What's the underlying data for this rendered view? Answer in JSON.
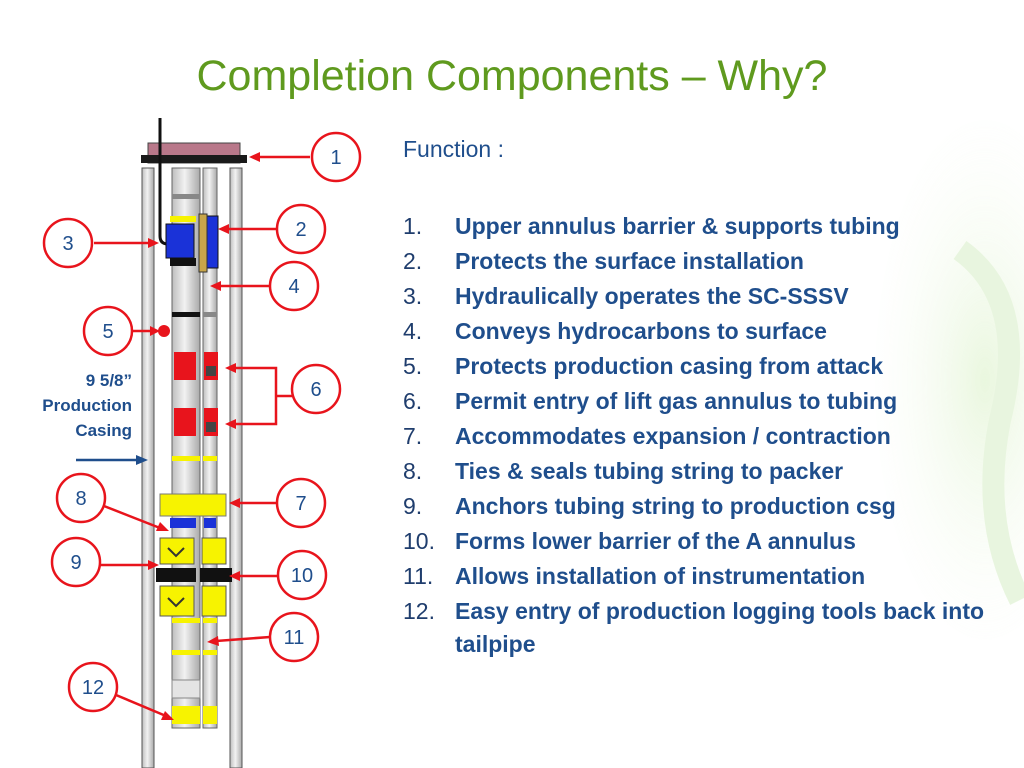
{
  "slide": {
    "title": "Completion Components – Why?",
    "function_label": "Function :",
    "functions": [
      {
        "num": "1.",
        "text": "Upper annulus barrier & supports tubing"
      },
      {
        "num": "2.",
        "text": "Protects the surface installation"
      },
      {
        "num": "3.",
        "text": "Hydraulically operates the SC-SSSV"
      },
      {
        "num": "4.",
        "text": "Conveys hydrocarbons to surface"
      },
      {
        "num": "5.",
        "text": "Protects production casing from attack"
      },
      {
        "num": "6.",
        "text": "Permit entry of lift gas annulus to tubing"
      },
      {
        "num": "7.",
        "text": "Accommodates expansion / contraction"
      },
      {
        "num": "8.",
        "text": "Ties & seals tubing string to packer"
      },
      {
        "num": "9.",
        "text": "Anchors tubing string to production csg"
      },
      {
        "num": "10.",
        "text": "Forms lower barrier of the A annulus"
      },
      {
        "num": "11.",
        "text": "Allows installation of instrumentation"
      },
      {
        "num": "12.",
        "text": "Easy entry of production logging tools back into tailpipe"
      }
    ],
    "casing_label": {
      "line1": "9 5/8”",
      "line2": "Production",
      "line3": "Casing"
    },
    "callouts": [
      "1",
      "2",
      "3",
      "4",
      "5",
      "6",
      "7",
      "8",
      "9",
      "10",
      "11",
      "12"
    ]
  },
  "colors": {
    "title": "#5f9a1e",
    "text": "#1f4e8c",
    "callout_red": "#e8141c",
    "component_yellow": "#f7f300",
    "component_blue": "#1a32d8",
    "component_red": "#e8141c",
    "tubing_gray": "#d4d4d4",
    "wellhead": "#b9788a"
  }
}
